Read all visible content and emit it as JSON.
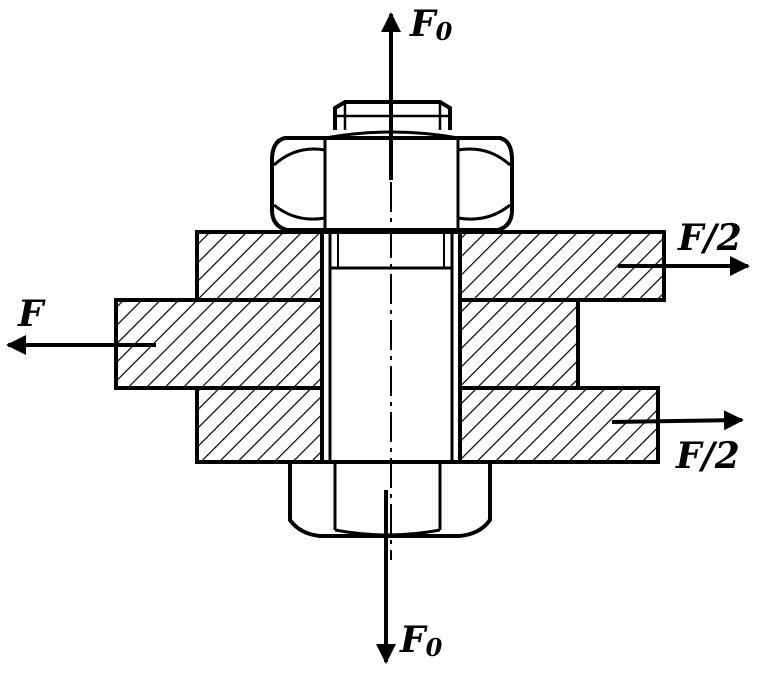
{
  "labels": {
    "top_force": "F",
    "top_force_sub": "0",
    "bottom_force": "F",
    "bottom_force_sub": "0",
    "left_force": "F",
    "right_top_force": "F/2",
    "right_bottom_force": "F/2"
  },
  "colors": {
    "ink": "#000000",
    "paper": "#ffffff"
  }
}
